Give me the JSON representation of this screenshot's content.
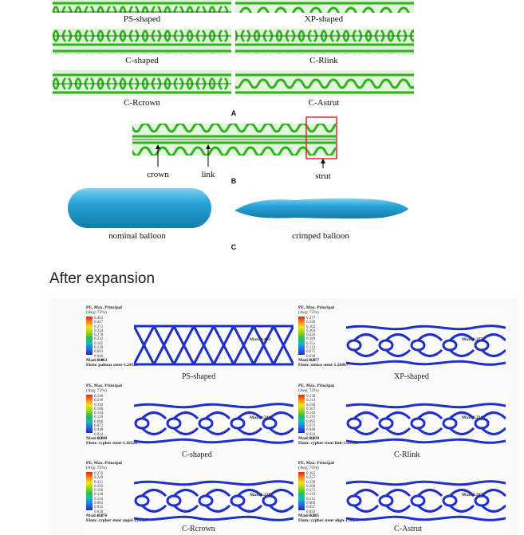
{
  "panel_a": {
    "designs": [
      "PS-shaped",
      "XP-shaped",
      "C-shaped",
      "C-Rlink",
      "C-Rcrown",
      "C-Astrut"
    ],
    "panel_label": "A"
  },
  "panel_b": {
    "labels": {
      "crown": "crown",
      "link": "link",
      "strut": "strut"
    },
    "panel_label": "B"
  },
  "panel_c": {
    "labels": {
      "nominal": "nominal balloon",
      "crimped": "crimped balloon"
    },
    "panel_label": "C"
  },
  "section_heading": "After expansion",
  "expansion": {
    "legend_title_1": "PE, Max. Principal",
    "legend_title_2": "(Avg: 75%)",
    "results": [
      {
        "name": "PS-shaped",
        "ticks": [
          "0.463",
          "0.417",
          "0.371",
          "0.324",
          "0.278",
          "0.232",
          "0.185",
          "0.139",
          "0.093",
          "0.046",
          "0.000"
        ],
        "max": "Max: 0.463",
        "elem": "Elem: palmaz stent-1.24336",
        "callout": "Max: 0.463"
      },
      {
        "name": "XP-shaped",
        "ticks": [
          "0.377",
          "0.340",
          "0.302",
          "0.264",
          "0.226",
          "0.189",
          "0.151",
          "0.113",
          "0.075",
          "0.038",
          "0.000"
        ],
        "max": "Max: 0.377",
        "elem": "Elem: xience stent-1.26867",
        "callout": "Max: 0.377"
      },
      {
        "name": "C-shaped",
        "ticks": [
          "0.240",
          "0.216",
          "0.192",
          "0.168",
          "0.144",
          "0.120",
          "0.096",
          "0.072",
          "0.048",
          "0.024",
          "0.000"
        ],
        "max": "Max: 0.240",
        "elem": "Elem: cypher stent-1.18226",
        "callout": "Max: 0.240"
      },
      {
        "name": "C-Rlink",
        "ticks": [
          "0.238",
          "0.214",
          "0.190",
          "0.167",
          "0.143",
          "0.119",
          "0.095",
          "0.071",
          "0.048",
          "0.024",
          "0.000"
        ],
        "max": "Max: 0.238",
        "elem": "Elem: cypher stent link-1.29362",
        "callout": "Max: 0.238"
      },
      {
        "name": "C-Rcrown",
        "ticks": [
          "0.276",
          "0.249",
          "0.221",
          "0.193",
          "0.166",
          "0.138",
          "0.110",
          "0.083",
          "0.055",
          "0.028",
          "0.000"
        ],
        "max": "Max: 0.276",
        "elem": "Elem: cypher stent angel-1.8508",
        "callout": "Max: 0.276"
      },
      {
        "name": "C-Astrut",
        "ticks": [
          "0.285",
          "0.257",
          "0.228",
          "0.200",
          "0.171",
          "0.143",
          "0.114",
          "0.086",
          "0.057",
          "0.029",
          "0.000"
        ],
        "max": "Max: 0.285",
        "elem": "Elem: cypher stent align-1.50217",
        "callout": "Max: 0.285"
      }
    ]
  },
  "colors": {
    "stent_green": "#2fb31d",
    "stent_dark": "#157a0c",
    "balloon_blue": "#2aa6d8",
    "fem_blue": "#1f2fc8",
    "box_red": "#e0262a"
  }
}
